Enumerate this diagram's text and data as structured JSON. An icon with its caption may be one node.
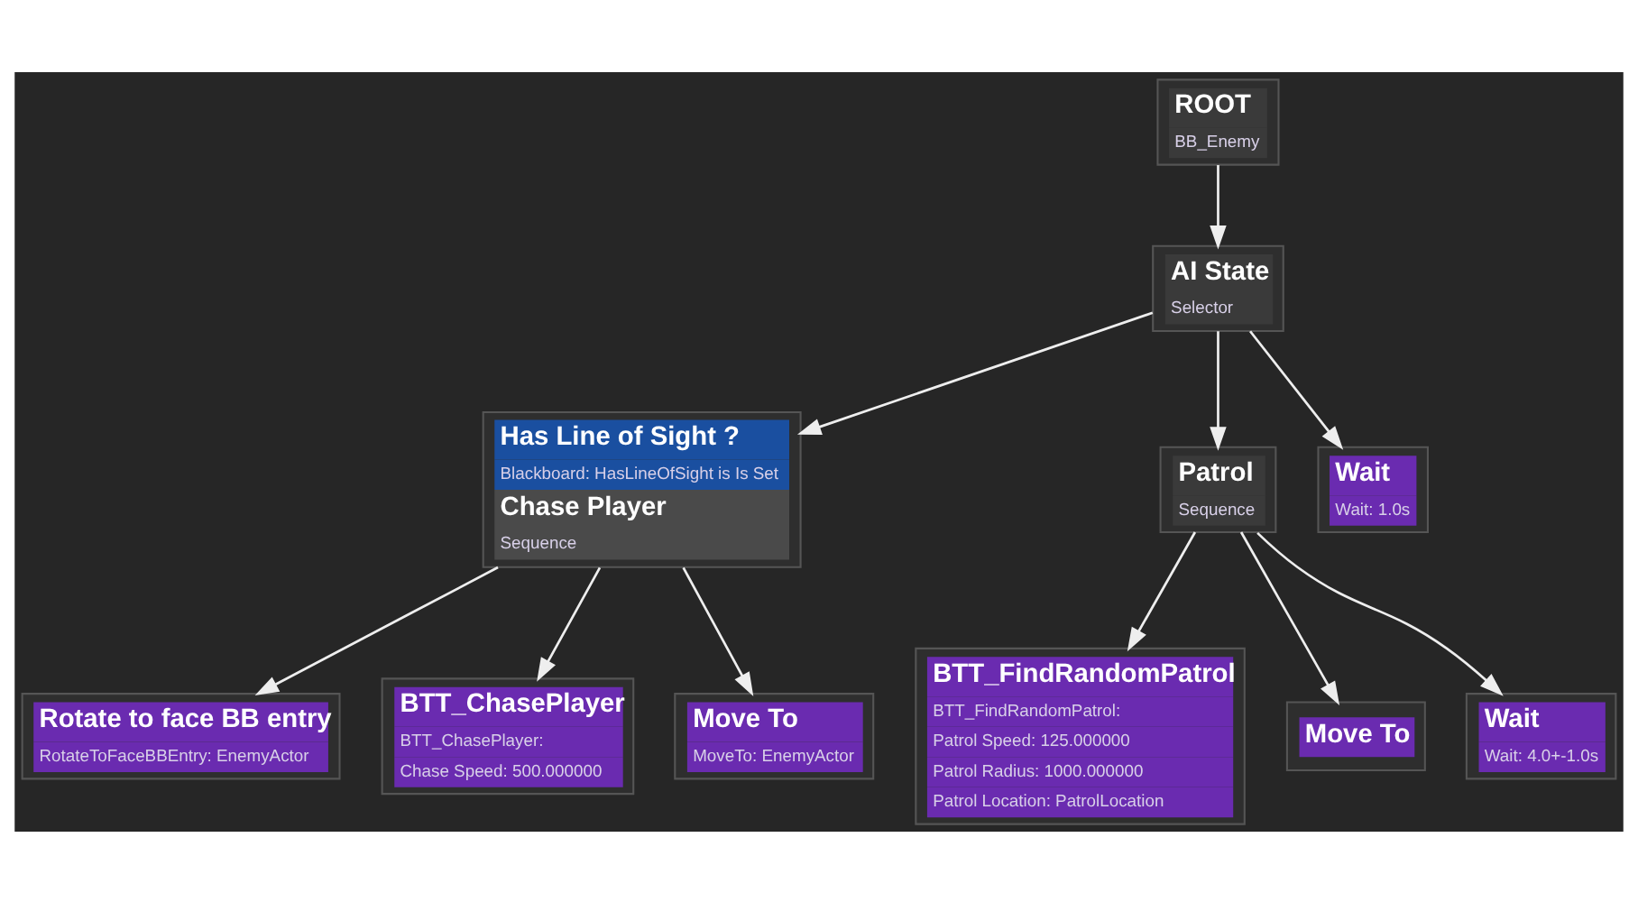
{
  "diagram": {
    "nodes": [
      {
        "text": [
          "ROOT",
          "BB_Enemy"
        ]
      },
      {
        "text": [
          "AI State",
          "Selector"
        ]
      },
      {
        "text": [
          "Has Line of Sight ?",
          "Blackboard: HasLineOfSight is Is Set",
          "Chase Player",
          "Sequence"
        ]
      },
      {
        "text": [
          "Wait",
          "Wait: 1.0s"
        ]
      },
      {
        "text": [
          "Patrol",
          "Sequence"
        ]
      },
      {
        "text": [
          "Rotate to face BB entry",
          "RotateToFaceBBEntry: EnemyActor"
        ]
      },
      {
        "text": [
          "BTT_ChasePlayer",
          "BTT_ChasePlayer:",
          "Chase Speed: 500.000000"
        ]
      },
      {
        "text": [
          "Move To",
          "MoveTo: EnemyActor"
        ]
      },
      {
        "text": [
          "BTT_FindRandomPatrol",
          "BTT_FindRandomPatrol:",
          "Patrol Speed: 125.000000",
          "Patrol Radius: 1000.000000",
          "Patrol Location: PatrolLocation"
        ]
      },
      {
        "text": [
          "Move To"
        ]
      },
      {
        "text": [
          "Wait",
          "Wait: 4.0+-1.0s"
        ]
      }
    ],
    "edges": [
      {
        "from": 0,
        "to": 1,
        "arrow": "to"
      },
      {
        "from": 1,
        "to": 2,
        "arrow": "to"
      },
      {
        "from": 1,
        "to": 4,
        "arrow": "to"
      },
      {
        "from": 1,
        "to": 3,
        "arrow": "to"
      },
      {
        "from": 2,
        "to": 5,
        "arrow": "to"
      },
      {
        "from": 2,
        "to": 6,
        "arrow": "to"
      },
      {
        "from": 2,
        "to": 7,
        "arrow": "to"
      },
      {
        "from": 4,
        "to": 8,
        "arrow": "to"
      },
      {
        "from": 4,
        "to": 9,
        "arrow": "to"
      },
      {
        "from": 4,
        "to": 10,
        "arrow": "to"
      }
    ]
  }
}
